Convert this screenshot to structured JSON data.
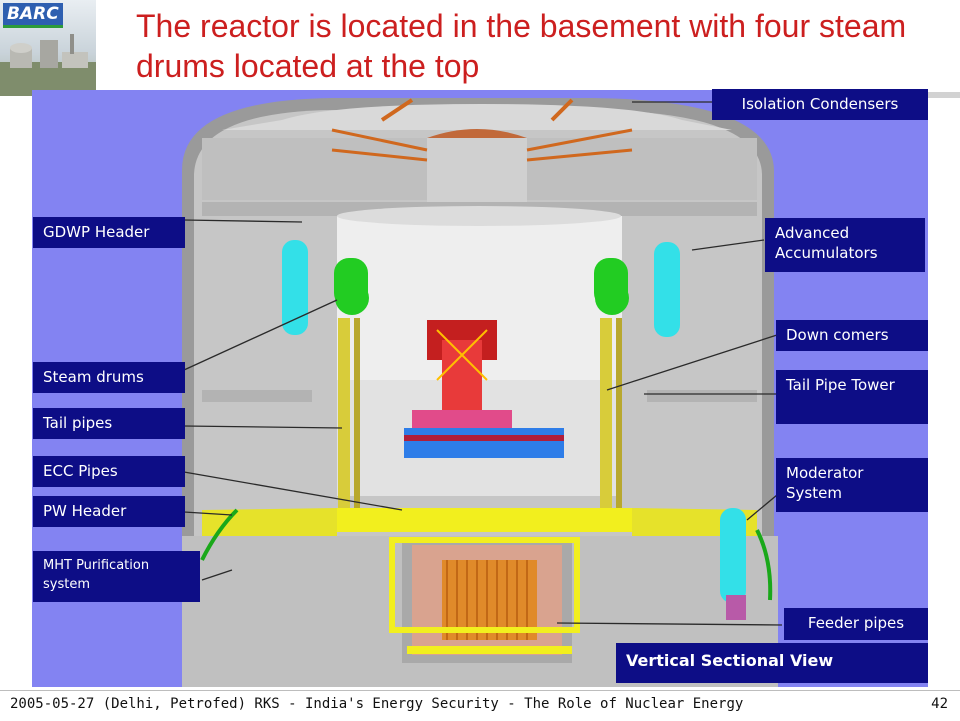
{
  "header": {
    "logo_text": "BARC",
    "title": "The reactor is located in the basement with four steam drums located at the top"
  },
  "callouts": {
    "isolation_condensers": "Isolation Condensers",
    "gdwp_header": "GDWP Header",
    "advanced_accumulators": "Advanced Accumulators",
    "down_comers": "Down comers",
    "steam_drums": "Steam drums",
    "tail_pipe_tower": "Tail Pipe Tower",
    "tail_pipes": "Tail pipes",
    "ecc_pipes": "ECC Pipes",
    "moderator_system": "Moderator System",
    "pw_header": "PW Header",
    "mht_purification": "MHT Purification system",
    "feeder_pipes": "Feeder pipes",
    "view_caption": "Vertical Sectional View"
  },
  "footer": {
    "text": "2005-05-27 (Delhi, Petrofed) RKS - India's Energy Security - The Role of Nuclear Energy",
    "page": "42"
  },
  "colors": {
    "title": "#cc1f1f",
    "callout_bg": "#0d0d86",
    "drawing_bg": "#8383f2",
    "steam_drum": "#22cc22",
    "accumulator": "#33e0e8",
    "deck_yellow": "#f2ef1e"
  }
}
